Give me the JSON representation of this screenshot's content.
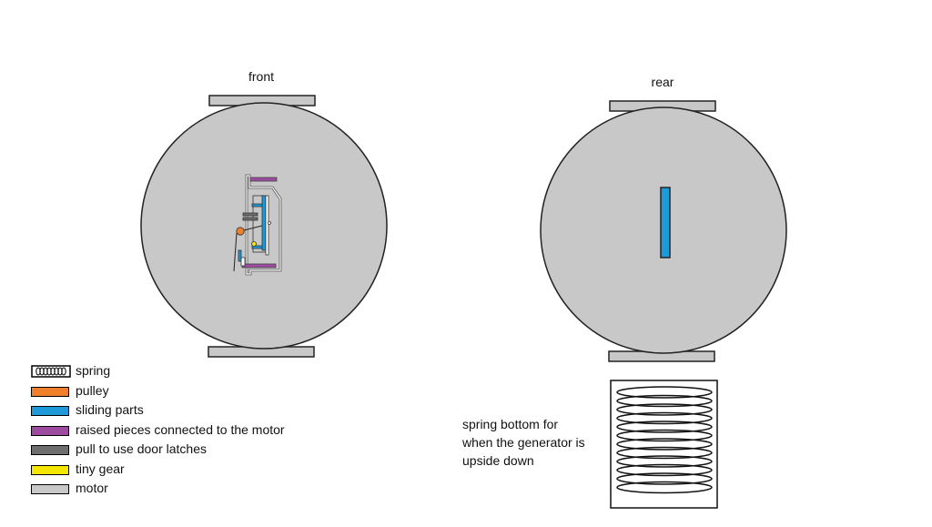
{
  "front_view": {
    "title": "front"
  },
  "rear_view": {
    "title": "rear"
  },
  "spring_note": {
    "lines": [
      "spring bottom for",
      "when the generator is",
      "upside down"
    ]
  },
  "legend": [
    {
      "label": "spring",
      "color": "#ffffff",
      "icon": "spring-coil-icon"
    },
    {
      "label": "pulley",
      "color": "#f07f2b"
    },
    {
      "label": "sliding parts",
      "color": "#1f9ad9"
    },
    {
      "label": "raised pieces connected to the motor",
      "color": "#9d4b9f"
    },
    {
      "label": "pull to use door latches",
      "color": "#6e6e6e"
    },
    {
      "label": "tiny gear",
      "color": "#f5e600"
    },
    {
      "label": "motor",
      "color": "#c8c8c8"
    }
  ],
  "colors": {
    "motor": "#c8c8c8",
    "pulley": "#f07f2b",
    "sliding": "#1f9ad9",
    "raised": "#9d4b9f",
    "latch": "#6e6e6e",
    "gear": "#f5e600",
    "outline": "#222222"
  }
}
